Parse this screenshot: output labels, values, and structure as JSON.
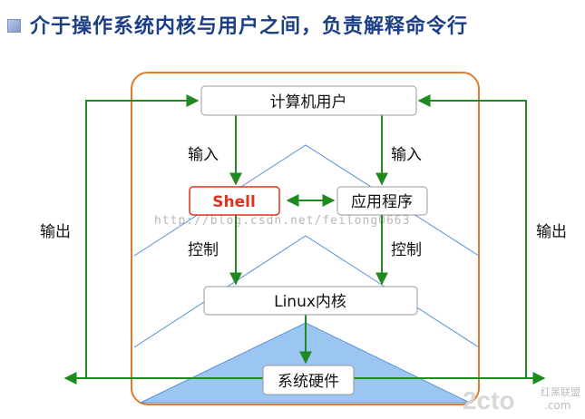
{
  "title": "介于操作系统内核与用户之间，负责解释命令行",
  "nodes": {
    "user": "计算机用户",
    "shell": "Shell",
    "app": "应用程序",
    "kernel": "Linux内核",
    "hardware": "系统硬件"
  },
  "labels": {
    "input_left": "输入",
    "input_right": "输入",
    "control_left": "控制",
    "control_right": "控制",
    "output_left": "输出",
    "output_right": "输出"
  },
  "watermark": "http://blog.csdn.net/feilong0663",
  "logo": {
    "main": "2cto",
    "dot": ".com",
    "sub": "红黑联盟"
  },
  "colors": {
    "green_arrow": "#1f8a1f",
    "orange_frame": "#e07a2c",
    "triangle_fill": "#9cc6f2",
    "triangle_stroke": "#5b8fd6",
    "shell_border": "#e0321c",
    "title": "#1c3e86"
  }
}
